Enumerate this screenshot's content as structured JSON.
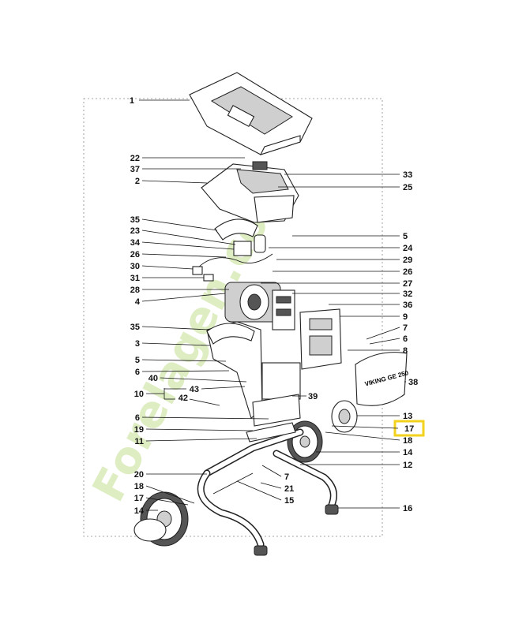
{
  "watermark": {
    "text": "Forelagen.com",
    "color_a": "#b8d97a",
    "color_b": "#e3b089"
  },
  "highlight_color": "#f2d21c",
  "callouts_left": [
    {
      "id": "c1",
      "label": "1"
    },
    {
      "id": "c22",
      "label": "22"
    },
    {
      "id": "c37",
      "label": "37"
    },
    {
      "id": "c2",
      "label": "2"
    },
    {
      "id": "c35a",
      "label": "35"
    },
    {
      "id": "c23",
      "label": "23"
    },
    {
      "id": "c34",
      "label": "34"
    },
    {
      "id": "c26a",
      "label": "26"
    },
    {
      "id": "c30",
      "label": "30"
    },
    {
      "id": "c31",
      "label": "31"
    },
    {
      "id": "c28",
      "label": "28"
    },
    {
      "id": "c4",
      "label": "4"
    },
    {
      "id": "c35b",
      "label": "35"
    },
    {
      "id": "c3",
      "label": "3"
    },
    {
      "id": "c5b",
      "label": "5"
    },
    {
      "id": "c6b",
      "label": "6"
    },
    {
      "id": "c40",
      "label": "40"
    },
    {
      "id": "c10",
      "label": "10"
    },
    {
      "id": "c43",
      "label": "43"
    },
    {
      "id": "c42",
      "label": "42"
    },
    {
      "id": "c6c",
      "label": "6"
    },
    {
      "id": "c19",
      "label": "19"
    },
    {
      "id": "c11",
      "label": "11"
    },
    {
      "id": "c20",
      "label": "20"
    },
    {
      "id": "c18b",
      "label": "18"
    },
    {
      "id": "c17b",
      "label": "17"
    },
    {
      "id": "c14b",
      "label": "14"
    }
  ],
  "callouts_right": [
    {
      "id": "c33",
      "label": "33"
    },
    {
      "id": "c25",
      "label": "25"
    },
    {
      "id": "c5a",
      "label": "5"
    },
    {
      "id": "c24",
      "label": "24"
    },
    {
      "id": "c29",
      "label": "29"
    },
    {
      "id": "c26b",
      "label": "26"
    },
    {
      "id": "c27",
      "label": "27"
    },
    {
      "id": "c32",
      "label": "32"
    },
    {
      "id": "c36",
      "label": "36"
    },
    {
      "id": "c9",
      "label": "9"
    },
    {
      "id": "c7a",
      "label": "7"
    },
    {
      "id": "c6a",
      "label": "6"
    },
    {
      "id": "c8",
      "label": "8"
    },
    {
      "id": "c38",
      "label": "38"
    },
    {
      "id": "c39",
      "label": "39"
    },
    {
      "id": "c13",
      "label": "13"
    },
    {
      "id": "c17a",
      "label": "17"
    },
    {
      "id": "c18a",
      "label": "18"
    },
    {
      "id": "c14a",
      "label": "14"
    },
    {
      "id": "c12",
      "label": "12"
    },
    {
      "id": "c7b",
      "label": "7"
    },
    {
      "id": "c21",
      "label": "21"
    },
    {
      "id": "c15",
      "label": "15"
    },
    {
      "id": "c16",
      "label": "16"
    }
  ],
  "cover_text": "VIKING GE 250"
}
